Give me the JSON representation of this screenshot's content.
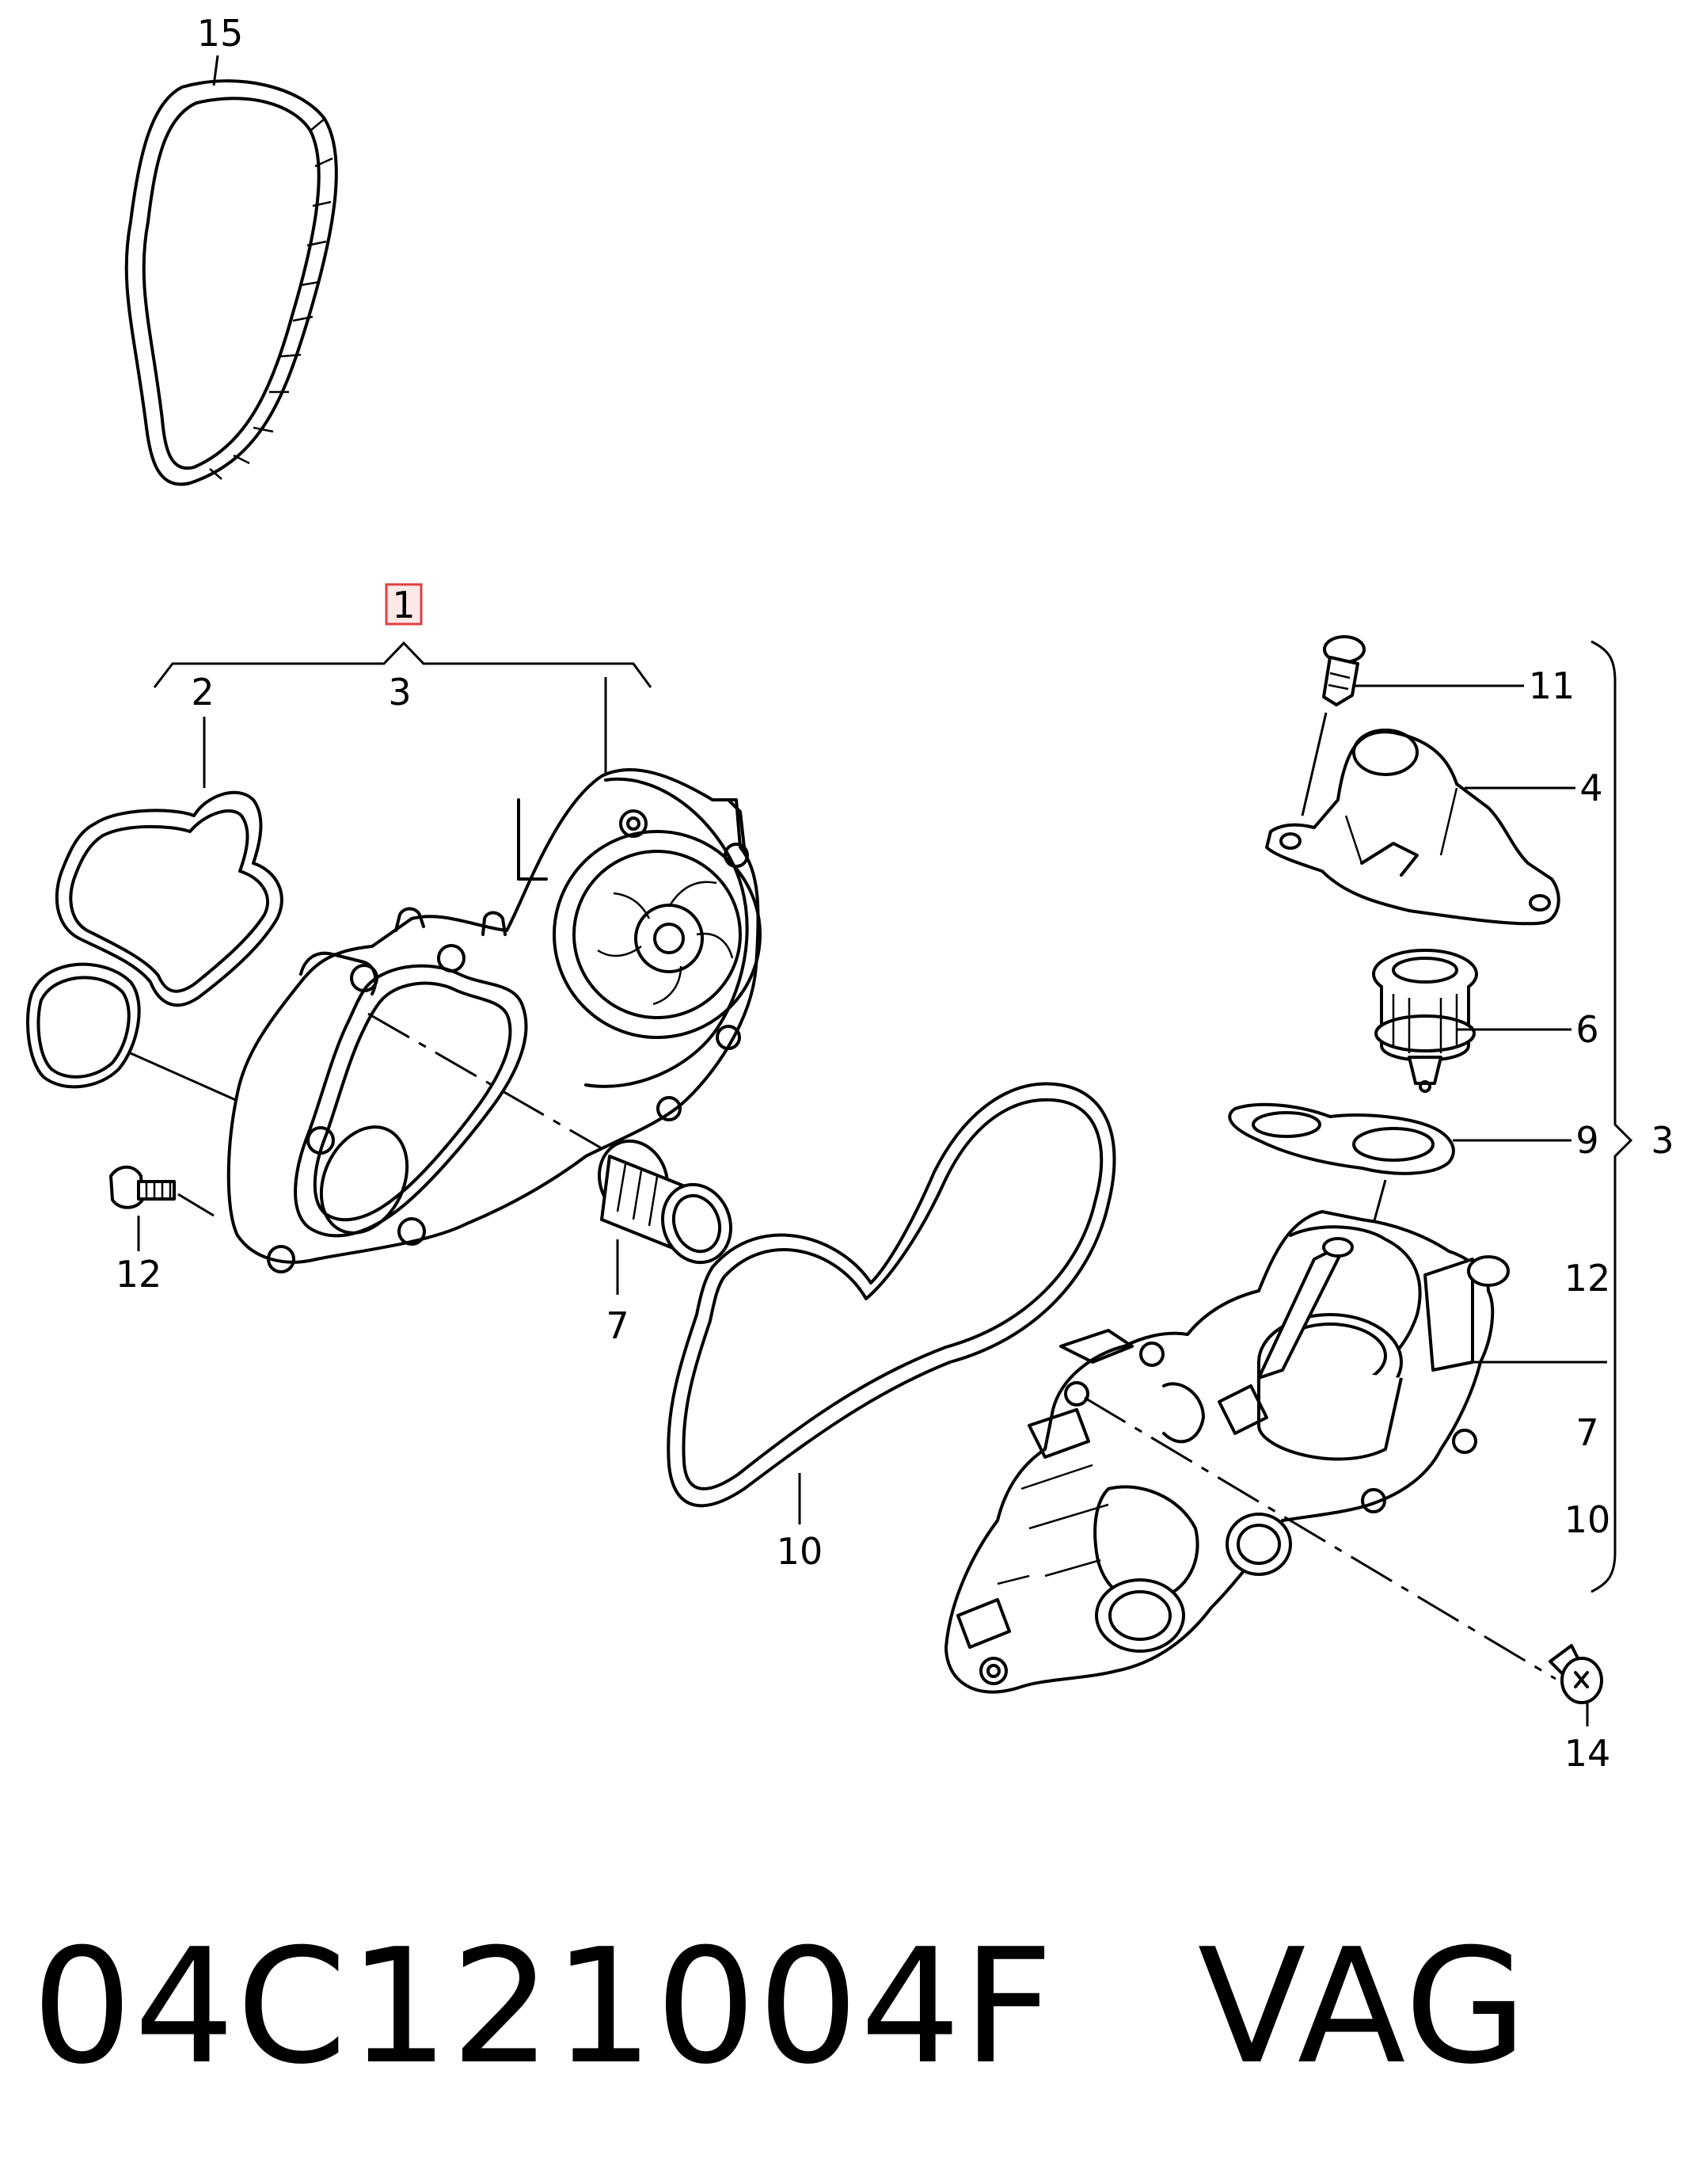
{
  "callouts": {
    "c15": "15",
    "c1": "1",
    "c2": "2",
    "c3_left": "3",
    "c12_left": "12",
    "c7_left": "7",
    "c10_center": "10",
    "c11": "11",
    "c4": "4",
    "c6": "6",
    "c9": "9",
    "c3_right": "3",
    "c12_right": "12",
    "c7_right": "7",
    "c10_right": "10",
    "c14": "14"
  },
  "footer": {
    "part_number": "04C121004F",
    "brand": "VAG"
  },
  "colors": {
    "line": "#000000",
    "highlight_box": "#e04040",
    "highlight_fill": "#fde8e8",
    "background": "#ffffff"
  }
}
